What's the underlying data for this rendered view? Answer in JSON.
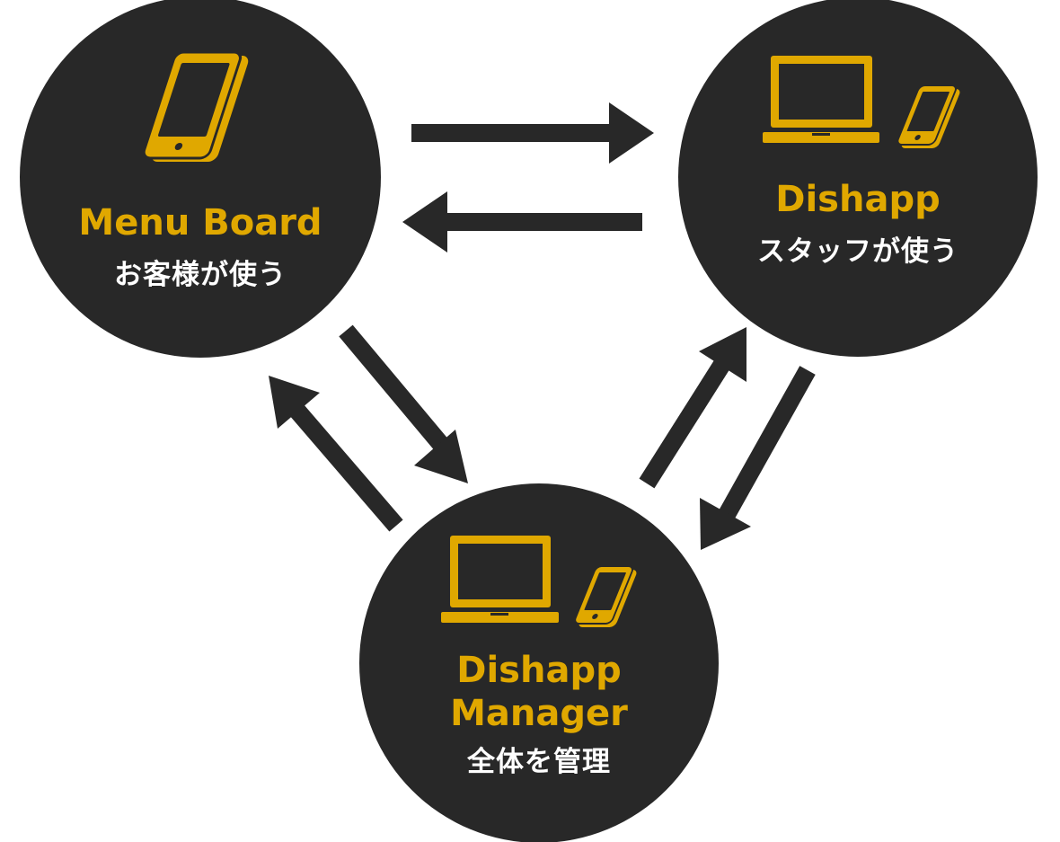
{
  "colors": {
    "node_fill": "#282828",
    "accent": "#e0a800",
    "arrow": "#282828",
    "subtitle_text": "#ffffff"
  },
  "nodes": {
    "menu_board": {
      "title": "Menu Board",
      "subtitle": "お客様が使う",
      "icons": [
        "tablet-icon"
      ]
    },
    "dishapp": {
      "title": "Dishapp",
      "subtitle": "スタッフが使う",
      "icons": [
        "laptop-icon",
        "smartphone-icon"
      ]
    },
    "manager": {
      "title_line1": "Dishapp",
      "title_line2": "Manager",
      "subtitle": "全体を管理",
      "icons": [
        "laptop-icon",
        "smartphone-icon"
      ]
    }
  }
}
